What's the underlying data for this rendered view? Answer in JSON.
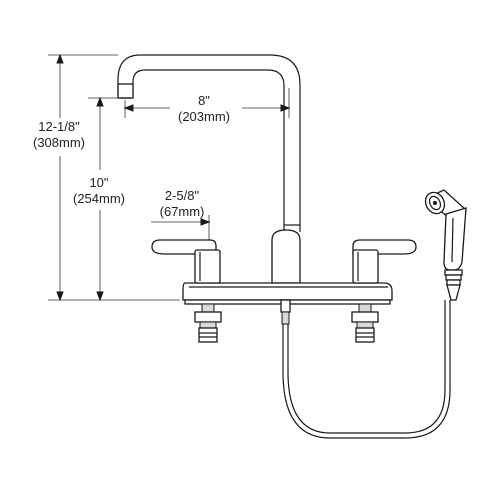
{
  "dimensions": {
    "spout_reach": {
      "imperial": "8\"",
      "metric": "(203mm)"
    },
    "overall_height": {
      "imperial": "12-1/8\"",
      "metric": "(308mm)"
    },
    "spout_height": {
      "imperial": "10\"",
      "metric": "(254mm)"
    },
    "handle_height": {
      "imperial": "2-5/8\"",
      "metric": "(67mm)"
    }
  }
}
